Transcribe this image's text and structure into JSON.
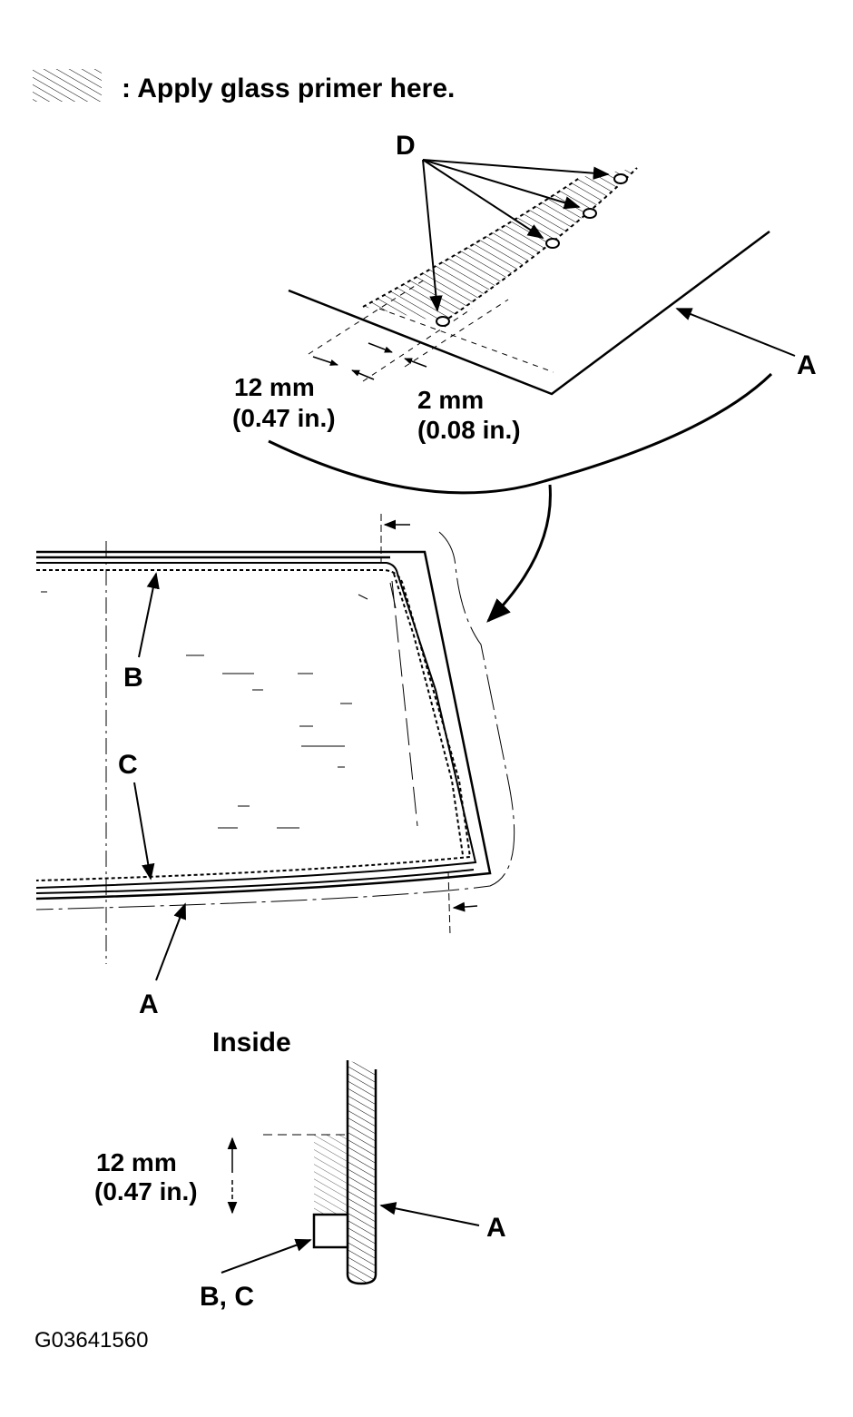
{
  "legend": {
    "text": ": Apply glass primer here."
  },
  "detail": {
    "label_d": "D",
    "label_a": "A",
    "dim1_line1": "12 mm",
    "dim1_line2": "(0.47 in.)",
    "dim2_line1": "2 mm",
    "dim2_line2": "(0.08 in.)"
  },
  "main_view": {
    "label_b": "B",
    "label_c": "C",
    "label_a": "A"
  },
  "section": {
    "title": "Inside",
    "dim_line1": "12 mm",
    "dim_line2": "(0.47 in.)",
    "label_a": "A",
    "label_bc": "B, C"
  },
  "figure_id": "G03641560"
}
